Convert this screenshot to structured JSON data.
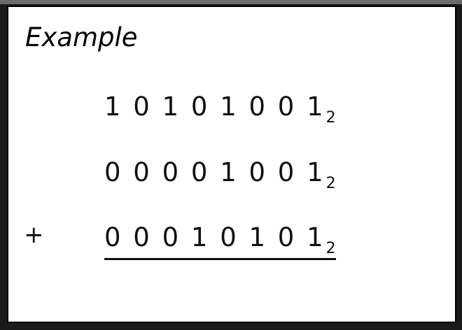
{
  "example": {
    "title": "Example",
    "operator": "+",
    "rows": [
      {
        "digits": "1 0 1 0 1 0 0 1",
        "base": "2"
      },
      {
        "digits": "0 0 0 0 1 0 0 1",
        "base": "2"
      },
      {
        "digits": "0 0 0 1 0 1 0 1",
        "base": "2"
      }
    ]
  }
}
